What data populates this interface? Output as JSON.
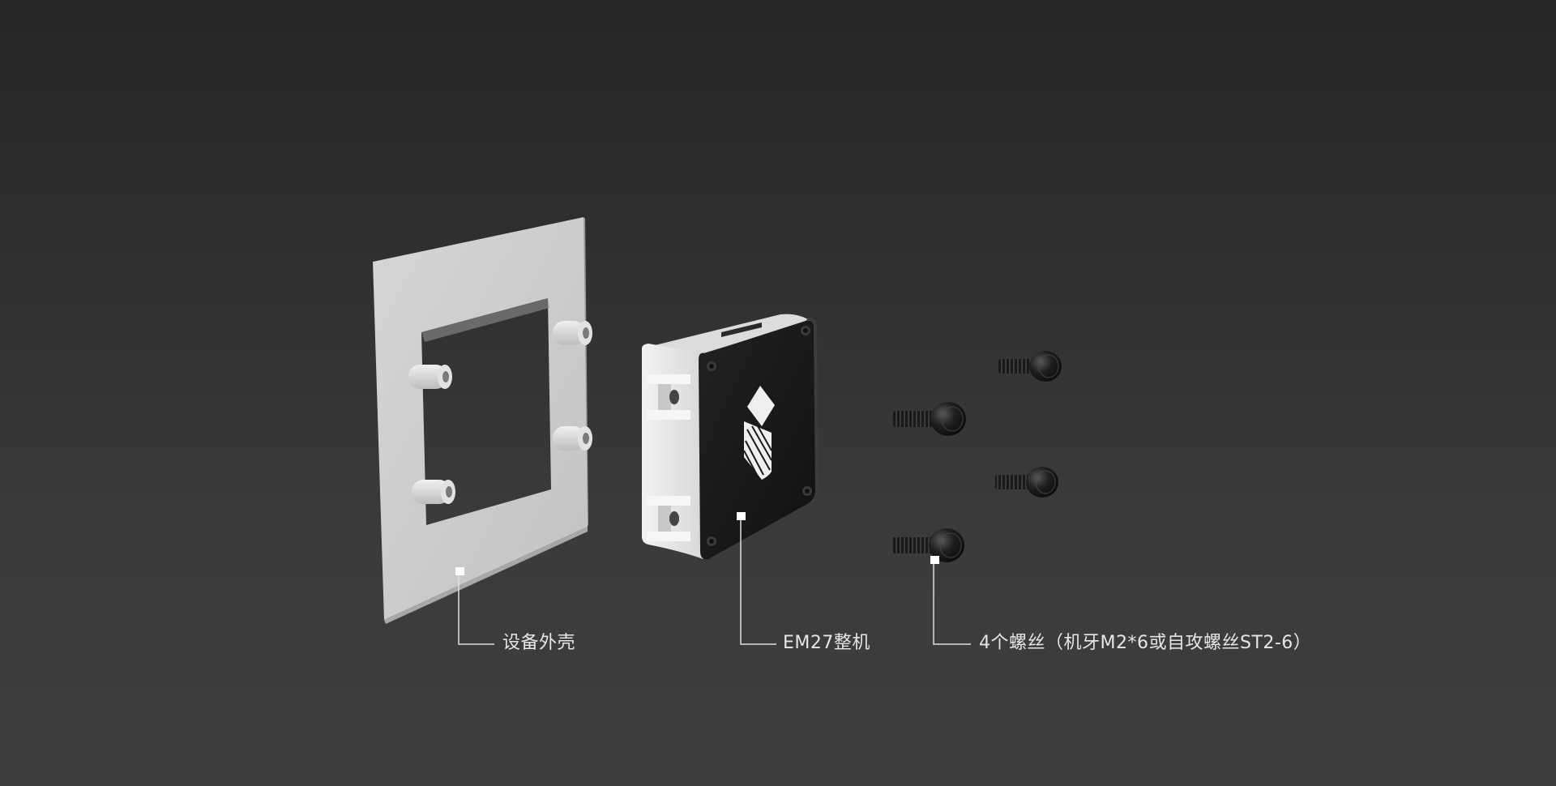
{
  "callouts": {
    "shell_label": "设备外壳",
    "device_label": "EM27整机",
    "screws_label": "4个螺丝（机牙M2*6或自攻螺丝ST2-6）"
  },
  "colors": {
    "background_top": "#262626",
    "background_bottom": "#3f3f3f",
    "shell": "#d0d0d0",
    "device_body": "#e8e8e8",
    "device_face": "#1a1a1a",
    "screw": "#1c1c1c",
    "callout_line": "#e0e0e0",
    "callout_text": "#e6e6e6"
  },
  "icons": {
    "device_logo": "stacked-diamond-logo-icon"
  }
}
